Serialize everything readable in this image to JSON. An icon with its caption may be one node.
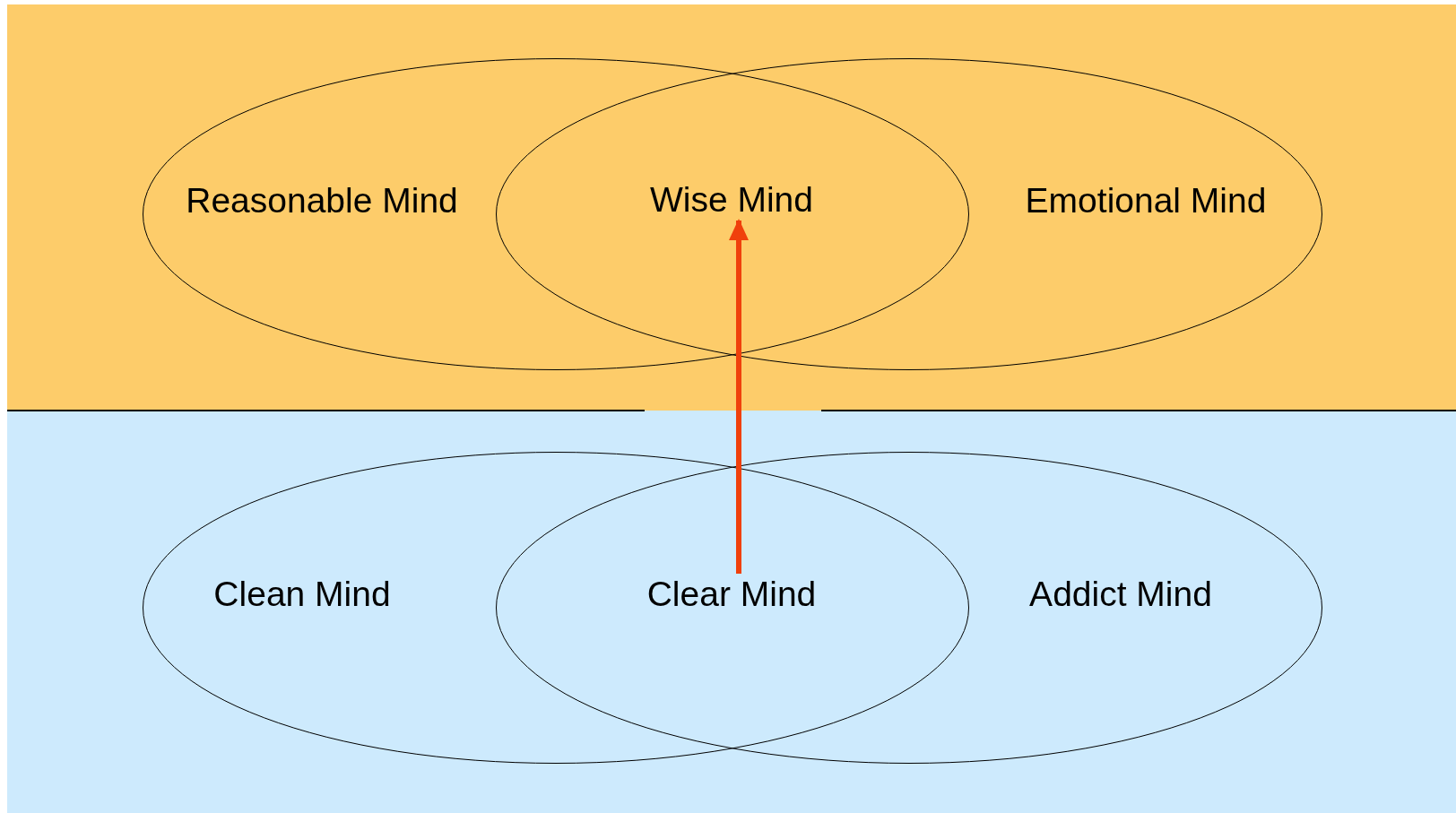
{
  "diagram": {
    "nodes": [
      {
        "text": [
          "Reasonable Mind"
        ]
      },
      {
        "text": [
          "Wise Mind"
        ]
      },
      {
        "text": [
          "Emotional Mind"
        ]
      },
      {
        "text": [
          "Clean Mind"
        ]
      },
      {
        "text": [
          "Clear Mind"
        ]
      },
      {
        "text": [
          "Addict Mind"
        ]
      }
    ],
    "edges": [
      {
        "from": 4,
        "to": 1,
        "arrow": "to"
      }
    ]
  }
}
